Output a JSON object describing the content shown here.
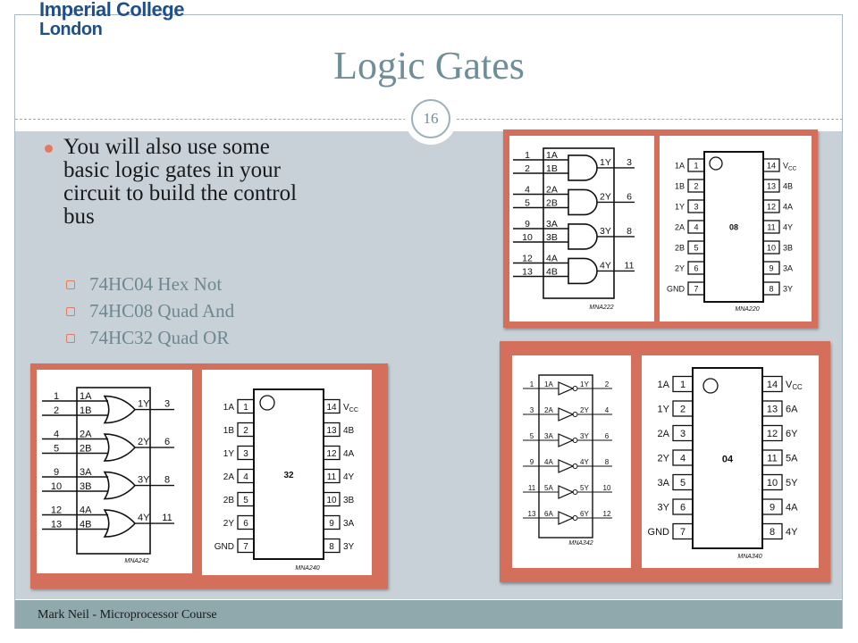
{
  "logo": {
    "line1": "Imperial College",
    "line2": "London"
  },
  "slide": {
    "title": "Logic Gates",
    "page_number": "16",
    "bullet": "You will also use some basic logic gates in your circuit to build the control bus",
    "sub_items": [
      "74HC04 Hex Not",
      "74HC08 Quad And",
      "74HC32 Quad OR"
    ],
    "footer": "Mark Neil - Microprocessor Course"
  },
  "figures": {
    "and_logic": {
      "code": "MNA222",
      "gates": [
        {
          "pins": [
            "1",
            "2"
          ],
          "inputs": [
            "1A",
            "1B"
          ],
          "out_pin": "3",
          "output": "1Y"
        },
        {
          "pins": [
            "4",
            "5"
          ],
          "inputs": [
            "2A",
            "2B"
          ],
          "out_pin": "6",
          "output": "2Y"
        },
        {
          "pins": [
            "9",
            "10"
          ],
          "inputs": [
            "3A",
            "3B"
          ],
          "out_pin": "8",
          "output": "3Y"
        },
        {
          "pins": [
            "12",
            "13"
          ],
          "inputs": [
            "4A",
            "4B"
          ],
          "out_pin": "11",
          "output": "4Y"
        }
      ]
    },
    "and_pinout": {
      "code": "MNA220",
      "chip": "08",
      "left": [
        [
          "1A",
          "1"
        ],
        [
          "1B",
          "2"
        ],
        [
          "1Y",
          "3"
        ],
        [
          "2A",
          "4"
        ],
        [
          "2B",
          "5"
        ],
        [
          "2Y",
          "6"
        ],
        [
          "GND",
          "7"
        ]
      ],
      "right": [
        [
          "14",
          "VCC"
        ],
        [
          "13",
          "4B"
        ],
        [
          "12",
          "4A"
        ],
        [
          "11",
          "4Y"
        ],
        [
          "10",
          "3B"
        ],
        [
          "9",
          "3A"
        ],
        [
          "8",
          "3Y"
        ]
      ]
    },
    "or_logic": {
      "code": "MNA242",
      "gates": [
        {
          "pins": [
            "1",
            "2"
          ],
          "inputs": [
            "1A",
            "1B"
          ],
          "out_pin": "3",
          "output": "1Y"
        },
        {
          "pins": [
            "4",
            "5"
          ],
          "inputs": [
            "2A",
            "2B"
          ],
          "out_pin": "6",
          "output": "2Y"
        },
        {
          "pins": [
            "9",
            "10"
          ],
          "inputs": [
            "3A",
            "3B"
          ],
          "out_pin": "8",
          "output": "3Y"
        },
        {
          "pins": [
            "12",
            "13"
          ],
          "inputs": [
            "4A",
            "4B"
          ],
          "out_pin": "11",
          "output": "4Y"
        }
      ]
    },
    "or_pinout": {
      "code": "MNA240",
      "chip": "32",
      "left": [
        [
          "1A",
          "1"
        ],
        [
          "1B",
          "2"
        ],
        [
          "1Y",
          "3"
        ],
        [
          "2A",
          "4"
        ],
        [
          "2B",
          "5"
        ],
        [
          "2Y",
          "6"
        ],
        [
          "GND",
          "7"
        ]
      ],
      "right": [
        [
          "14",
          "VCC"
        ],
        [
          "13",
          "4B"
        ],
        [
          "12",
          "4A"
        ],
        [
          "11",
          "4Y"
        ],
        [
          "10",
          "3B"
        ],
        [
          "9",
          "3A"
        ],
        [
          "8",
          "3Y"
        ]
      ]
    },
    "not_logic": {
      "code": "MNA342",
      "gates": [
        {
          "in_pin": "1",
          "input": "1A",
          "output": "1Y",
          "out_pin": "2"
        },
        {
          "in_pin": "3",
          "input": "2A",
          "output": "2Y",
          "out_pin": "4"
        },
        {
          "in_pin": "5",
          "input": "3A",
          "output": "3Y",
          "out_pin": "6"
        },
        {
          "in_pin": "9",
          "input": "4A",
          "output": "4Y",
          "out_pin": "8"
        },
        {
          "in_pin": "11",
          "input": "5A",
          "output": "5Y",
          "out_pin": "10"
        },
        {
          "in_pin": "13",
          "input": "6A",
          "output": "6Y",
          "out_pin": "12"
        }
      ]
    },
    "not_pinout": {
      "code": "MNA340",
      "chip": "04",
      "left": [
        [
          "1A",
          "1"
        ],
        [
          "1Y",
          "2"
        ],
        [
          "2A",
          "3"
        ],
        [
          "2Y",
          "4"
        ],
        [
          "3A",
          "5"
        ],
        [
          "3Y",
          "6"
        ],
        [
          "GND",
          "7"
        ]
      ],
      "right": [
        [
          "14",
          "VCC"
        ],
        [
          "13",
          "6A"
        ],
        [
          "12",
          "6Y"
        ],
        [
          "11",
          "5A"
        ],
        [
          "10",
          "5Y"
        ],
        [
          "9",
          "4A"
        ],
        [
          "8",
          "4Y"
        ]
      ]
    }
  },
  "colors": {
    "title": "#6f8e98",
    "accent": "#e37a5f",
    "frame": "#d46f5c",
    "content_bg": "#c7d1d7",
    "footer_bar": "#8fa9ad"
  }
}
